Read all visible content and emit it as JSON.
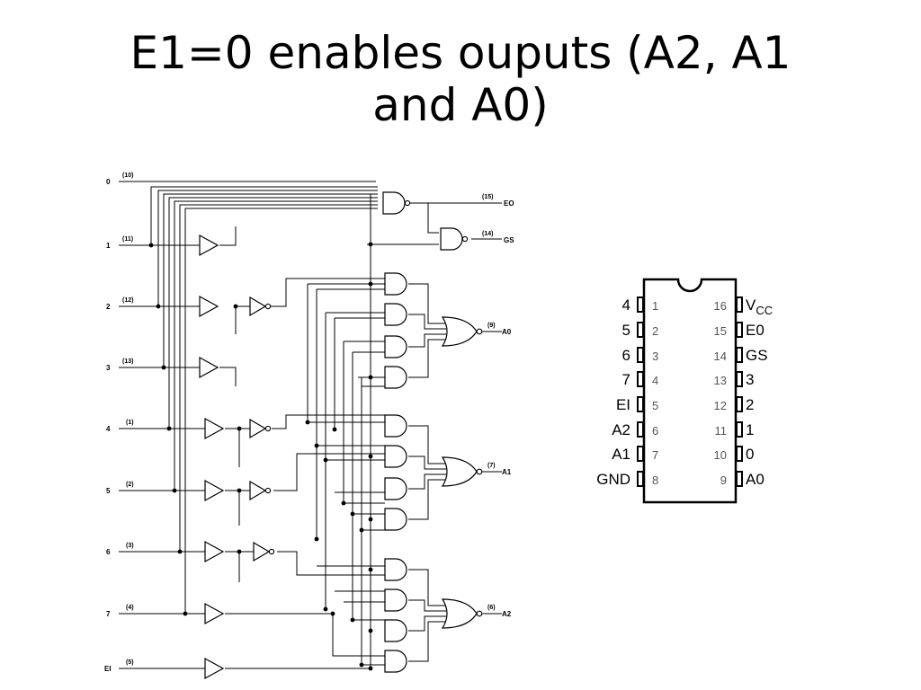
{
  "slide": {
    "title_line1": "E1=0 enables ouputs (A2, A1",
    "title_line2": "and A0)"
  },
  "logic_diagram": {
    "inputs": [
      {
        "name": "0",
        "pin": "(10)"
      },
      {
        "name": "1",
        "pin": "(11)"
      },
      {
        "name": "2",
        "pin": "(12)"
      },
      {
        "name": "3",
        "pin": "(13)"
      },
      {
        "name": "4",
        "pin": "(1)"
      },
      {
        "name": "5",
        "pin": "(2)"
      },
      {
        "name": "6",
        "pin": "(3)"
      },
      {
        "name": "7",
        "pin": "(4)"
      },
      {
        "name": "EI",
        "pin": "(5)"
      }
    ],
    "outputs": [
      {
        "name": "EO",
        "pin": "(15)"
      },
      {
        "name": "GS",
        "pin": "(14)"
      },
      {
        "name": "A0",
        "pin": "(9)"
      },
      {
        "name": "A1",
        "pin": "(7)"
      },
      {
        "name": "A2",
        "pin": "(6)"
      }
    ]
  },
  "ic_package": {
    "left_pins": [
      {
        "name": "4",
        "number": "1"
      },
      {
        "name": "5",
        "number": "2"
      },
      {
        "name": "6",
        "number": "3"
      },
      {
        "name": "7",
        "number": "4"
      },
      {
        "name": "EI",
        "number": "5"
      },
      {
        "name": "A2",
        "number": "6"
      },
      {
        "name": "A1",
        "number": "7"
      },
      {
        "name": "GND",
        "number": "8"
      }
    ],
    "right_pins": [
      {
        "name": "V",
        "sub": "CC",
        "number": "16"
      },
      {
        "name": "E0",
        "number": "15"
      },
      {
        "name": "GS",
        "number": "14"
      },
      {
        "name": "3",
        "number": "13"
      },
      {
        "name": "2",
        "number": "12"
      },
      {
        "name": "1",
        "number": "11"
      },
      {
        "name": "0",
        "number": "10"
      },
      {
        "name": "A0",
        "number": "9"
      }
    ]
  }
}
